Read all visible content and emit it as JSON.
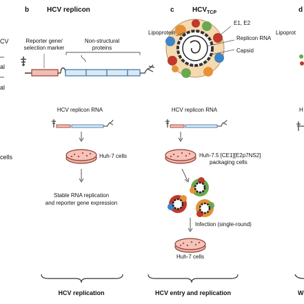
{
  "panels": {
    "b": {
      "letter": "b",
      "title": "HCV replicon",
      "reporter_label_1": "Reporter gene/",
      "reporter_label_2": "selection marker",
      "nonstructural_label_1": "Non-structural",
      "nonstructural_label_2": "proteins",
      "rna_label": "HCV replicon RNA",
      "cells_label": "Huh-7 cells",
      "result_1": "Stable RNA replication",
      "result_2": "and reporter gene expression",
      "footer": "HCV replication"
    },
    "c": {
      "letter": "c",
      "title_main": "HCV",
      "title_sub": "TCP",
      "lipoprotein_label": "Lipoprotein",
      "e1e2_label": "E1, E2",
      "replicon_rna_label": "Replicon RNA",
      "capsid_label": "Capsid",
      "rna_label": "HCV replicon RNA",
      "packaging_1": "Huh-7.5 [CE1][E2p7NS2]",
      "packaging_2": "packaging cells",
      "infection_label": "Infection (single-round)",
      "cells_label_1": "Huh-7",
      "cells_label_2": "cells",
      "footer": "HCV entry and replication"
    },
    "d": {
      "letter": "d",
      "lipoprotein_partial": "Lipoprot",
      "fragment_h": "H",
      "footer_partial": "W"
    },
    "left_fragments": {
      "cv": "CV",
      "al1": "al",
      "al2": "al",
      "cells": "cells"
    }
  },
  "colors": {
    "reporter_box": "#d9a79d",
    "reporter_border": "#b94a38",
    "ns_box": "#cfe0ee",
    "ns_border": "#4f86b8",
    "dish_fill": "#f2b4aa",
    "dish_dots": "#c2483b",
    "capsid_ring": "#3a3a3a",
    "lipo_red": "#c0392b",
    "lipo_green": "#6aa84f",
    "lipo_orange": "#e69138",
    "lipo_blue": "#3d85c6"
  }
}
